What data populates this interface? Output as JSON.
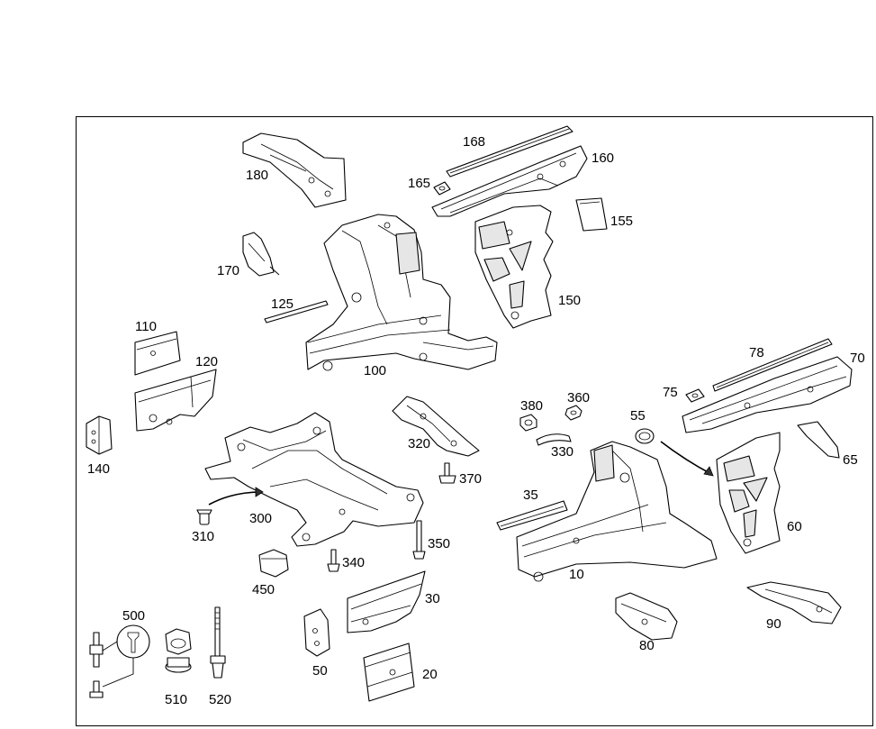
{
  "callouts": {
    "p168": "168",
    "p160": "160",
    "p165": "165",
    "p180": "180",
    "p155": "155",
    "p170": "170",
    "p150": "150",
    "p125": "125",
    "p110": "110",
    "p100": "100",
    "p120": "120",
    "p78": "78",
    "p70": "70",
    "p75": "75",
    "p380": "380",
    "p360": "360",
    "p55": "55",
    "p320": "320",
    "p330": "330",
    "p65": "65",
    "p140": "140",
    "p370": "370",
    "p35": "35",
    "p60": "60",
    "p300": "300",
    "p310": "310",
    "p350": "350",
    "p10": "10",
    "p340": "340",
    "p450": "450",
    "p30": "30",
    "p500": "500",
    "p90": "90",
    "p80": "80",
    "p50": "50",
    "p20": "20",
    "p510": "510",
    "p520": "520"
  },
  "colors": {
    "line": "#000000",
    "background": "#ffffff",
    "fill_light": "#e6e6e6"
  }
}
